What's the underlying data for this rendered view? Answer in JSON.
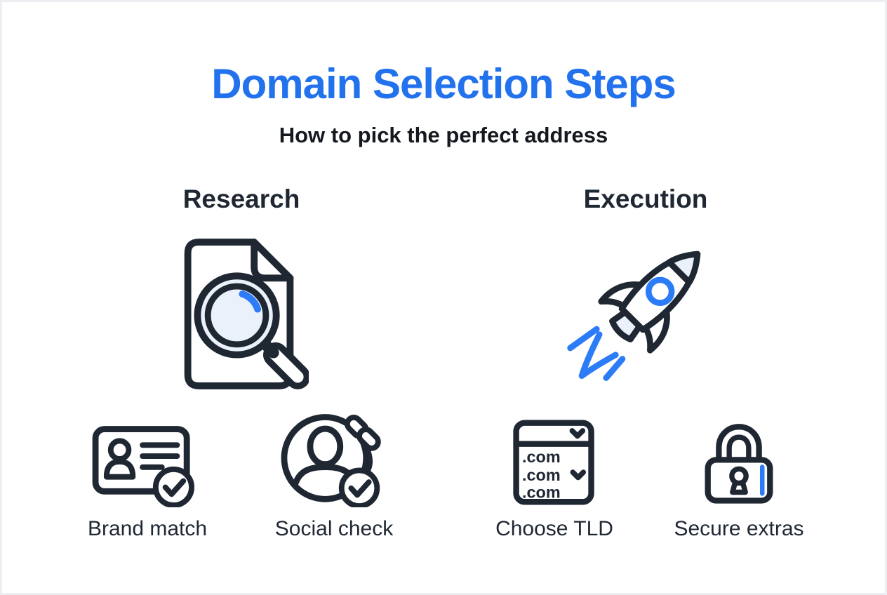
{
  "page": {
    "title": "Domain Selection Steps",
    "subtitle": "How to pick the perfect address"
  },
  "columns": [
    {
      "label": "Research",
      "icon": "document-search-icon"
    },
    {
      "label": "Execution",
      "icon": "rocket-icon"
    }
  ],
  "items": [
    {
      "label": "Brand match",
      "icon": "id-card-check-icon"
    },
    {
      "label": "Social check",
      "icon": "profile-link-check-icon"
    },
    {
      "label": "Choose TLD",
      "icon": "tld-dropdown-icon"
    },
    {
      "label": "Secure extras",
      "icon": "padlock-icon"
    }
  ],
  "icon_text": {
    "tld_option": ".com"
  },
  "colors": {
    "title_blue": "#2272EE",
    "icon_blue": "#2C7BF7",
    "ink": "#1F2733",
    "subtitle_ink": "#15191F",
    "light_blue": "#EAF1FB",
    "background": "#FFFFFF"
  }
}
